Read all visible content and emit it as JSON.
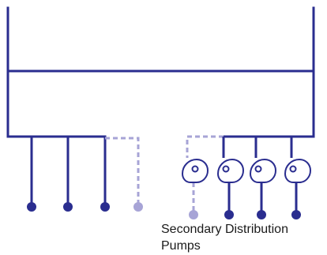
{
  "caption": "Secondary Distribution Pumps",
  "colors": {
    "main_line": "#2a2d8f",
    "standby_line": "#a7a4d6",
    "pump_outline": "#2a2d8f",
    "text": "#1a1a1a"
  },
  "pumps": {
    "left_group": {
      "active_count": 3,
      "standby_count": 1
    },
    "right_group": {
      "active_count": 3,
      "standby_count": 1
    }
  }
}
